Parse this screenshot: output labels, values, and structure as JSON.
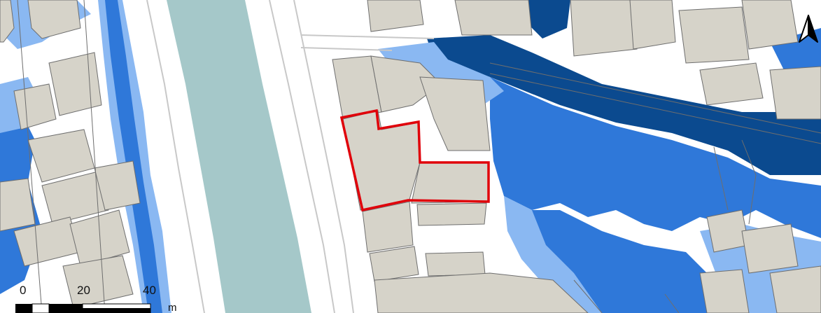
{
  "map": {
    "colors": {
      "background": "#ffffff",
      "building": "#d6d3c9",
      "parcel_line": "#6e6e6e",
      "canal": "#a5c8c9",
      "flood_light": "#8ab8f2",
      "flood_medium": "#2f78d9",
      "flood_dark": "#0b4a8f",
      "site_boundary": "#e0000a",
      "road_line": "#c8c8c8"
    },
    "layers": [
      "flood-extent",
      "canal",
      "building-footprints",
      "parcel-lines",
      "site-boundary"
    ],
    "scale_bar": {
      "labels": [
        "0",
        "20",
        "40"
      ],
      "unit": "m"
    },
    "north_arrow": {
      "icon": "north-arrow-icon"
    }
  }
}
